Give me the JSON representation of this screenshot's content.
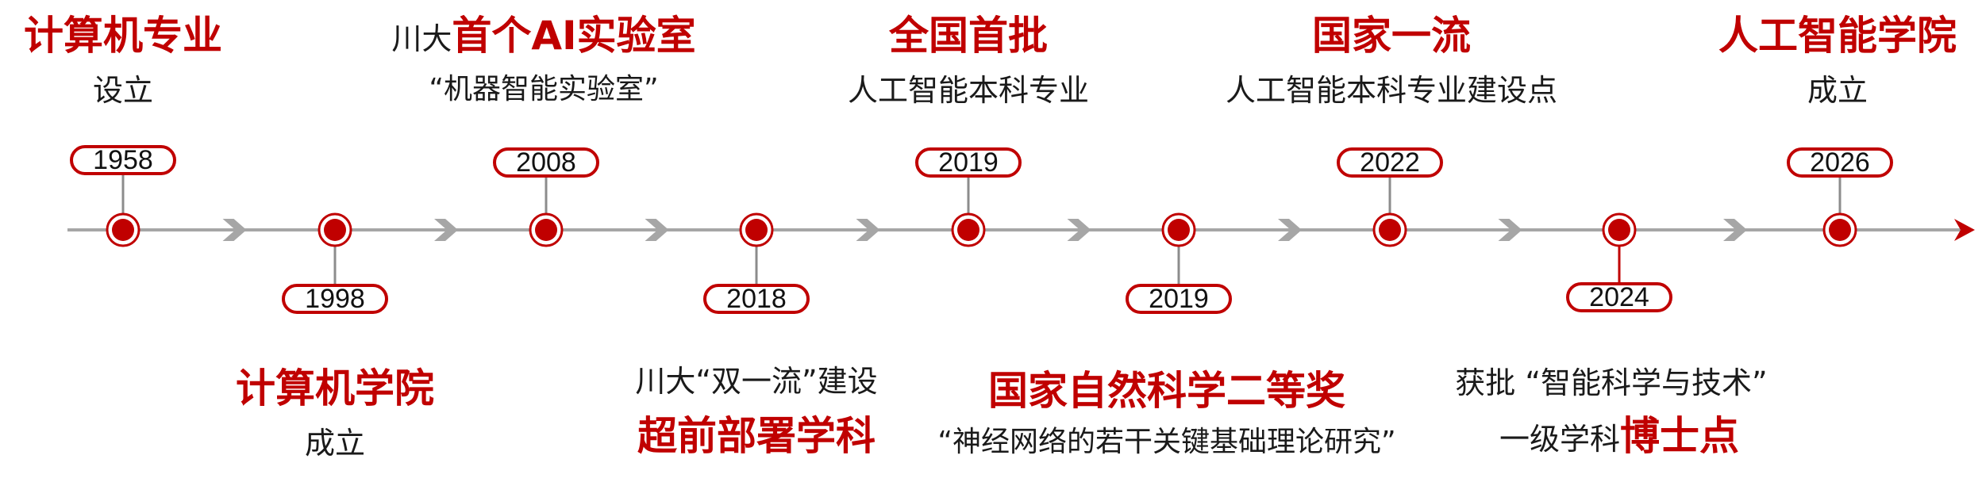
{
  "colors": {
    "accent": "#c00000",
    "line": "#a6a6a6",
    "text": "#1a1a1a"
  },
  "milestones": [
    {
      "year": "1958",
      "side": "top",
      "title": "计算机专业",
      "desc": "设立"
    },
    {
      "year": "1998",
      "side": "bottom",
      "title": "计算机学院",
      "desc": "成立"
    },
    {
      "year": "2008",
      "side": "top",
      "title_prefix": "川大",
      "title": "首个AI实验室",
      "desc": "“机器智能实验室”"
    },
    {
      "year": "2018",
      "side": "bottom",
      "desc": "川大“双一流”建设",
      "title": "超前部署学科"
    },
    {
      "year": "2019",
      "side": "top",
      "title": "全国首批",
      "desc": "人工智能本科专业"
    },
    {
      "year": "2019",
      "side": "bottom",
      "title": "国家自然科学二等奖",
      "desc": "“神经网络的若干关键基础理论研究”"
    },
    {
      "year": "2022",
      "side": "top",
      "title": "国家一流",
      "desc": "人工智能本科专业建设点"
    },
    {
      "year": "2024",
      "side": "bottom",
      "desc": "获批 “智能科学与技术”",
      "title_prefix": "一级学科",
      "title": "博士点"
    },
    {
      "year": "2026",
      "side": "top",
      "title": "人工智能学院",
      "desc": "成立"
    }
  ]
}
